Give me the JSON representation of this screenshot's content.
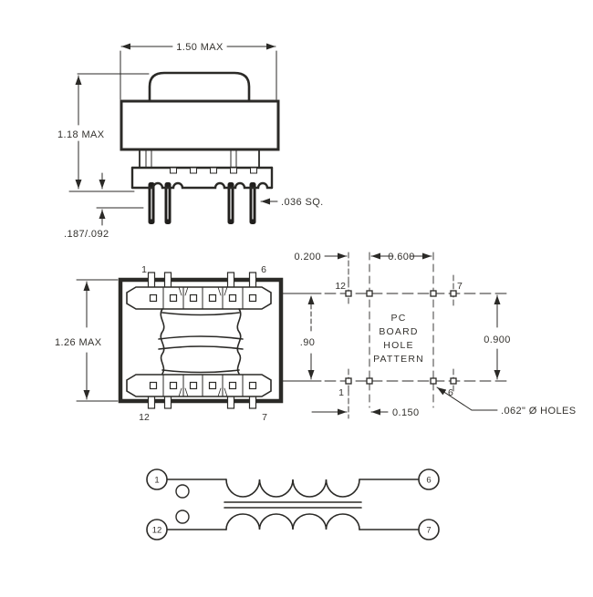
{
  "side_view": {
    "dim_width": "1.50 MAX",
    "dim_height": "1.18 MAX",
    "dim_pin_length": ".187/.092",
    "dim_pin_square": ".036 SQ."
  },
  "bottom_view": {
    "dim_height": "1.26 MAX",
    "dim_pin_rows": ".90",
    "pin_top_left": "1",
    "pin_top_right": "6",
    "pin_bottom_left": "12",
    "pin_bottom_right": "7"
  },
  "hole_pattern": {
    "title_line1": "PC",
    "title_line2": "BOARD",
    "title_line3": "HOLE",
    "title_line4": "PATTERN",
    "dim_pitch": "0.200",
    "dim_center_span": "0.600",
    "dim_row_spacing": "0.900",
    "dim_offset": "0.150",
    "note_holes": ".062\" Ø HOLES",
    "label_top_left": "12",
    "label_top_right": "7",
    "label_bottom_left": "1",
    "label_bottom_right": "6"
  },
  "schematic": {
    "pin_top_left": "1",
    "pin_top_right": "6",
    "pin_bottom_left": "12",
    "pin_bottom_right": "7"
  },
  "colors": {
    "ink": "#2b2a27",
    "background": "#ffffff"
  }
}
